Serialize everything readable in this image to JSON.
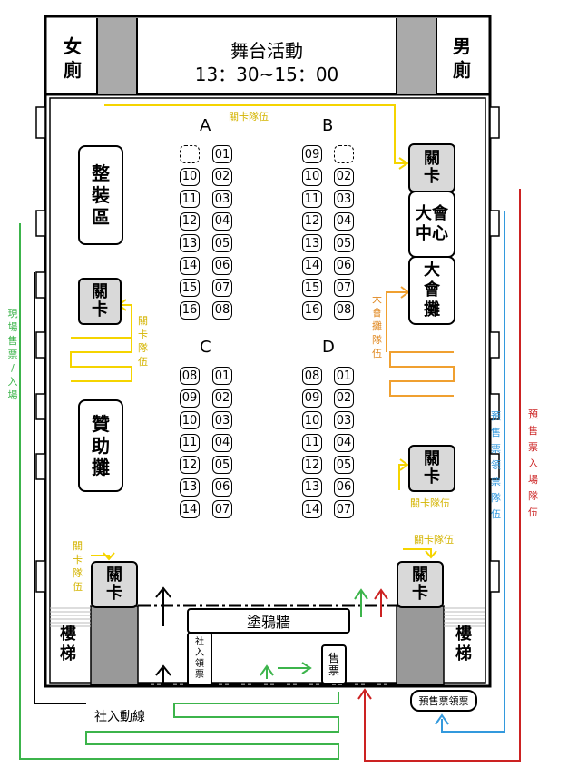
{
  "top": {
    "left_restroom": "女\n廁",
    "stage_title": "舞台活動",
    "stage_time": "13：30~15：00",
    "right_restroom": "男\n廁"
  },
  "zones": {
    "A": "A",
    "B": "B",
    "C": "C",
    "D": "D"
  },
  "seats": {
    "A_left": [
      "",
      "10",
      "11",
      "12",
      "13",
      "14",
      "15",
      "16"
    ],
    "A_right": [
      "01",
      "02",
      "03",
      "04",
      "05",
      "06",
      "07",
      "08"
    ],
    "B_left": [
      "09",
      "10",
      "11",
      "12",
      "13",
      "14",
      "15",
      "16"
    ],
    "B_right": [
      "",
      "02",
      "03",
      "04",
      "05",
      "06",
      "07",
      "08"
    ],
    "C_left": [
      "08",
      "09",
      "10",
      "11",
      "12",
      "13",
      "14"
    ],
    "C_right": [
      "01",
      "02",
      "03",
      "04",
      "05",
      "06",
      "07"
    ],
    "D_left": [
      "08",
      "09",
      "10",
      "11",
      "12",
      "13",
      "14"
    ],
    "D_right": [
      "01",
      "02",
      "03",
      "04",
      "05",
      "06",
      "07"
    ]
  },
  "boxes": {
    "dressing": "整\n裝\n區",
    "gate": "關\n卡",
    "sponsor": "贊\n助\n攤",
    "convention_center": "大會\n中心",
    "convention_booth": "大\n會\n攤",
    "graffiti": "塗鴉牆",
    "club_ticket": "社\n入\n領\n票",
    "ticket_sale": "售\n票",
    "stairs": "樓\n梯",
    "presale_pickup": "預售票領票"
  },
  "labels": {
    "gate_queue": "關卡隊伍",
    "gate_queue_v": "關\n卡\n隊\n伍",
    "booth_queue_v": "大\n會\n攤\n隊\n伍",
    "onsite_sale": "現\n場\n售\n票\n/\n入\n場",
    "presale_pickup_queue": "預\n售\n票\n領\n票\n隊\n伍",
    "presale_entry_queue": "預\n售\n票\n入\n場\n隊\n伍",
    "club_entry_route": "社入動線"
  },
  "colors": {
    "gate_fill": "#d9d9d9",
    "stair_fill": "#999999",
    "yellow": "#f5d400",
    "orange": "#f0a030",
    "green": "#3cb44b",
    "blue": "#3399dd",
    "red": "#cc2222"
  }
}
